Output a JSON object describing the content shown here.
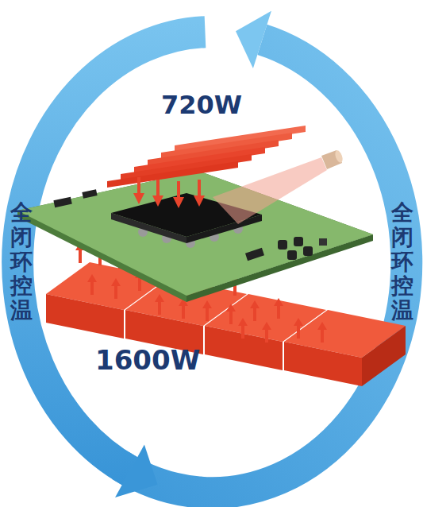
{
  "diagram": {
    "labels": [
      "全闭环控温",
      "720W",
      "1600W",
      "全闭环控温"
    ]
  }
}
